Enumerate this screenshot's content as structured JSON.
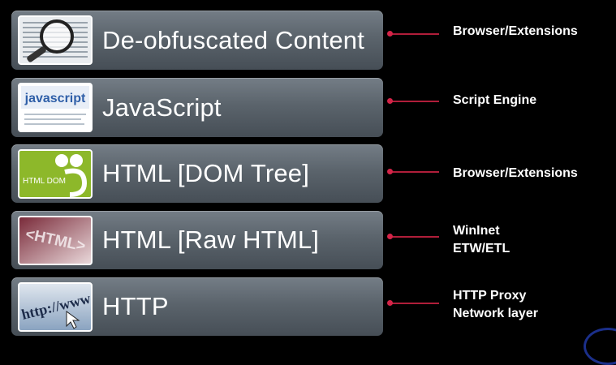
{
  "layers": [
    {
      "label": "De-obfuscated Content",
      "annotation_lines": [
        "Browser/Extensions"
      ],
      "icon": "magnifier-icon"
    },
    {
      "label": "JavaScript",
      "annotation_lines": [
        "Script Engine"
      ],
      "icon": "javascript-logo-icon",
      "icon_text": "javascript"
    },
    {
      "label": "HTML [DOM Tree]",
      "annotation_lines": [
        "Browser/Extensions"
      ],
      "icon": "html-dom-icon",
      "icon_text": "HTML DOM"
    },
    {
      "label": "HTML [Raw HTML]",
      "annotation_lines": [
        "WinInet",
        "ETW/ETL"
      ],
      "icon": "html-tag-icon",
      "icon_text": "<HTML>"
    },
    {
      "label": "HTTP",
      "annotation_lines": [
        "HTTP Proxy",
        "Network layer"
      ],
      "icon": "http-address-icon",
      "icon_text": "http://www"
    }
  ],
  "colors": {
    "connector": "#b01e3a",
    "box": "#5b646c",
    "background": "#000000"
  }
}
